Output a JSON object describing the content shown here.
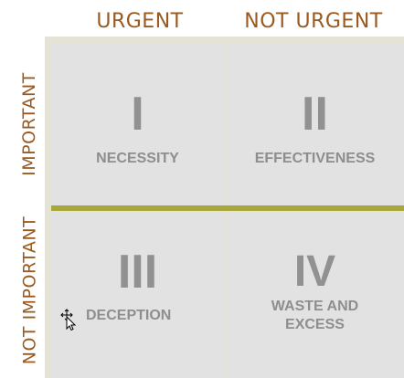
{
  "columns": {
    "urgent": "URGENT",
    "not_urgent": "NOT URGENT"
  },
  "rows": {
    "important": "IMPORTANT",
    "not_important": "NOT IMPORTANT"
  },
  "quadrants": [
    {
      "numeral": "I",
      "label": "NECESSITY"
    },
    {
      "numeral": "II",
      "label": "EFFECTIVENESS"
    },
    {
      "numeral": "III",
      "label": "DECEPTION"
    },
    {
      "numeral": "IV",
      "label_line1": "WASTE AND",
      "label_line2": "EXCESS"
    }
  ],
  "colors": {
    "header_text": "#9a5a1f",
    "divider": "#a8a73a",
    "quadrant_fill": "#e2e2e2",
    "frame": "#e4e3d6",
    "quadrant_text": "#8e8e8e"
  },
  "icons": {
    "cursor": "move-cursor-icon"
  }
}
